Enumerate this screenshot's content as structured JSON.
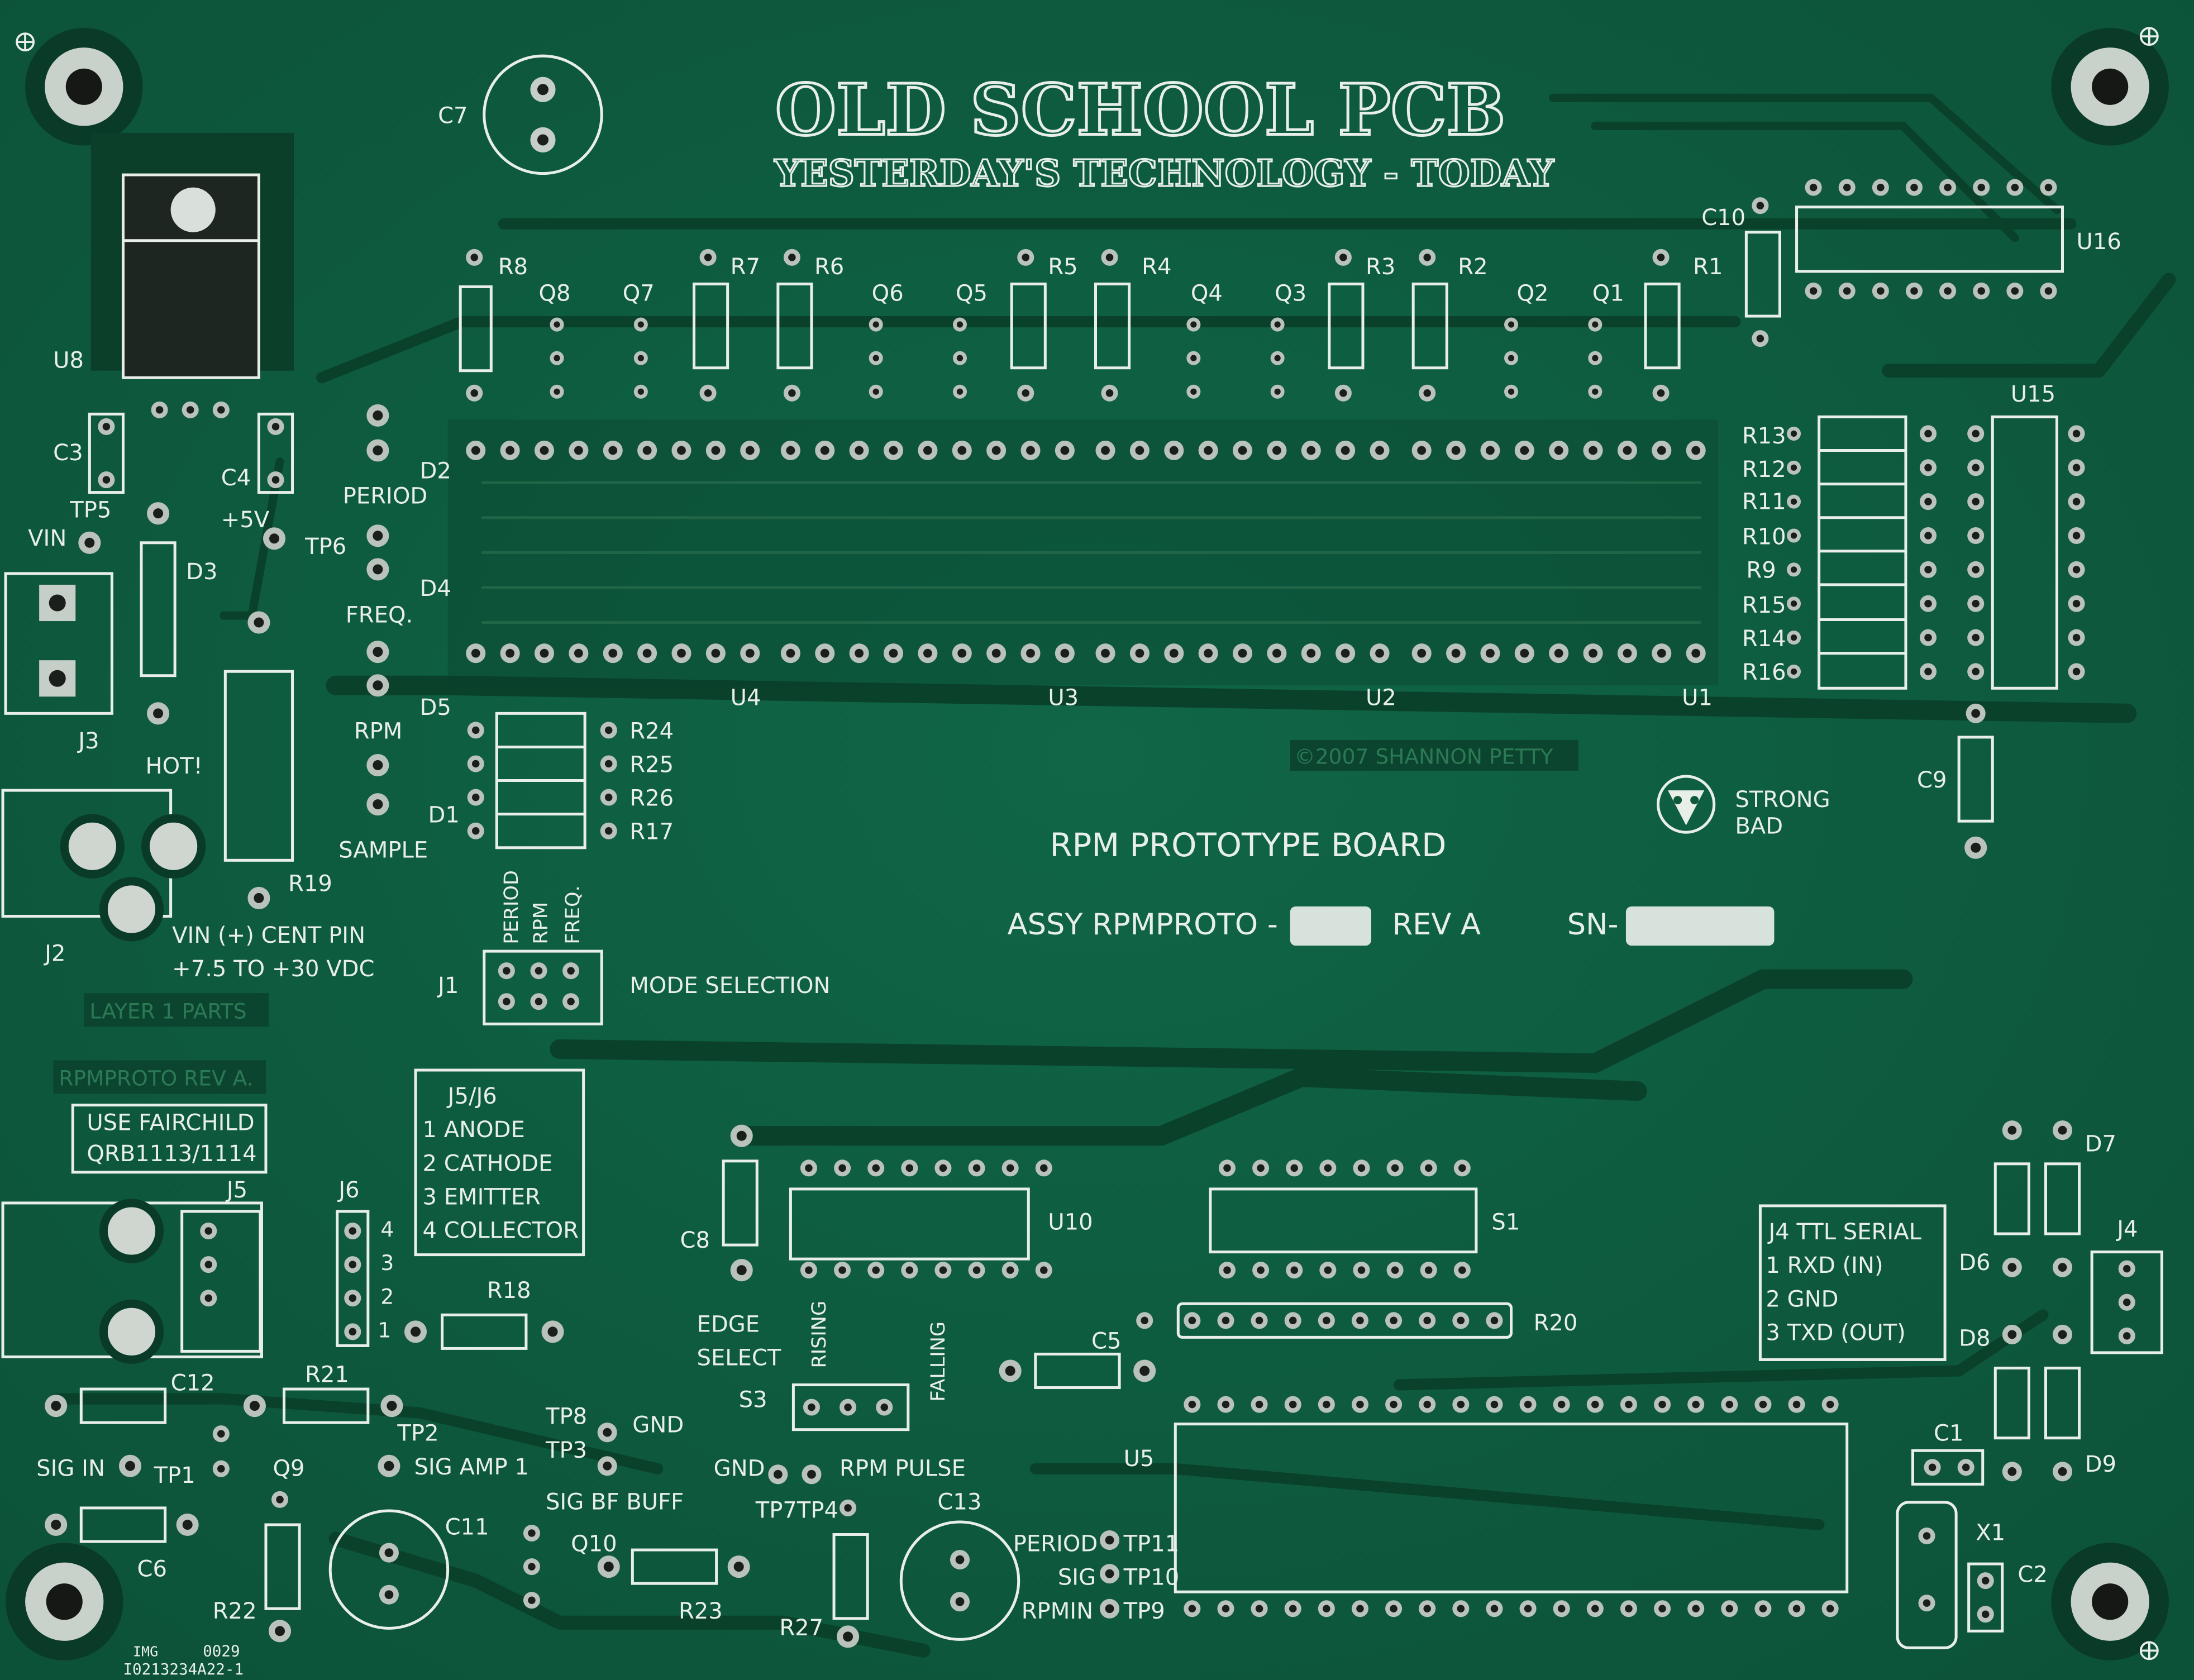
{
  "board": {
    "colors": {
      "board": "#0f5a3b",
      "trace": "#0b3f29",
      "silk": "#e8efe9",
      "pad": "#b9c2bb",
      "hole": "#1b1f1c"
    },
    "title": "OLD SCHOOL PCB",
    "subtitle": "YESTERDAY'S TECHNOLOGY - TODAY",
    "name": "RPM PROTOTYPE BOARD",
    "assy": "ASSY RPMPROTO -",
    "rev": "REV A",
    "sn": "SN-",
    "copyright": "©2007 SHANNON PETTY",
    "strong_bad": [
      "STRONG",
      "BAD"
    ],
    "layer_parts": "LAYER 1 PARTS",
    "rpmproto_rev": "RPMPROTO REV A.",
    "fairchild": [
      "USE FAIRCHILD",
      "QRB1113/1114"
    ],
    "j5j6": [
      "J5/J6",
      "1 ANODE",
      "2 CATHODE",
      "3 EMITTER",
      "4 COLLECTOR"
    ],
    "j4_serial": [
      "J4 TTL SERIAL",
      "1 RXD (IN)",
      "2 GND",
      "3 TXD (OUT)"
    ],
    "mode_selection": "MODE SELECTION",
    "mode_labels": [
      "PERIOD",
      "RPM",
      "FREQ."
    ],
    "vin_note": [
      "VIN (+) CENT PIN",
      "+7.5 TO +30 VDC"
    ],
    "edge_select": [
      "EDGE",
      "SELECT"
    ],
    "edge_labels": [
      "RISING",
      "FALLING"
    ],
    "img_code": [
      "IMG",
      "0029",
      "I0213234A22-1"
    ],
    "labels": {
      "c7": "C7",
      "u8": "U8",
      "c3": "C3",
      "c4": "C4",
      "tp5": "TP5",
      "vin": "VIN",
      "tp6": "TP6",
      "plus5v": "+5V",
      "d3": "D3",
      "j3": "J3",
      "hot": "HOT!",
      "d2": "D2",
      "period": "PERIOD",
      "d4": "D4",
      "freq": "FREQ.",
      "d5": "D5",
      "rpm": "RPM",
      "d1": "D1",
      "sample": "SAMPLE",
      "r19": "R19",
      "j2": "J2",
      "j1": "J1",
      "r8": "R8",
      "q8": "Q8",
      "q7": "Q7",
      "r7": "R7",
      "r6": "R6",
      "q6": "Q6",
      "q5": "Q5",
      "r5": "R5",
      "r4": "R4",
      "q4": "Q4",
      "q3": "Q3",
      "r3": "R3",
      "r2": "R2",
      "q2": "Q2",
      "q1": "Q1",
      "r1": "R1",
      "c10": "C10",
      "u16": "U16",
      "u15": "U15",
      "u4": "U4",
      "u3": "U3",
      "u2": "U2",
      "u1": "U1",
      "c9": "C9",
      "r13": "R13",
      "r12": "R12",
      "r11": "R11",
      "r10": "R10",
      "r9": "R9",
      "r15": "R15",
      "r14": "R14",
      "r16": "R16",
      "r24": "R24",
      "r25": "R25",
      "r26": "R26",
      "r17": "R17",
      "j5": "J5",
      "j6": "J6",
      "r18": "R18",
      "c12": "C12",
      "r21": "R21",
      "tp2": "TP2",
      "tp8": "TP8",
      "tp3": "TP3",
      "gnd": "GND",
      "sig_in": "SIG IN",
      "tp1": "TP1",
      "q9": "Q9",
      "sig_amp1": "SIG AMP 1",
      "sig_bf_buff": "SIG BF BUFF",
      "c6": "C6",
      "c11": "C11",
      "r22": "R22",
      "q10": "Q10",
      "r23": "R23",
      "r27": "R27",
      "c13": "C13",
      "tp7tp4": "TP7TP4",
      "gnd2": "GND",
      "rpm_pulse": "RPM PULSE",
      "c8": "C8",
      "u10": "U10",
      "s1": "S1",
      "s3": "S3",
      "c5": "C5",
      "r20": "R20",
      "u5": "U5",
      "period2": "PERIOD",
      "tp11": "TP11",
      "sig": "SIG",
      "tp10": "TP10",
      "rpmin": "RPMIN",
      "tp9": "TP9",
      "d7": "D7",
      "d6": "D6",
      "d8": "D8",
      "d9": "D9",
      "j4": "J4",
      "c1": "C1",
      "x1": "X1",
      "c2": "C2",
      "j6_pins": [
        "4",
        "3",
        "2",
        "1"
      ]
    }
  }
}
